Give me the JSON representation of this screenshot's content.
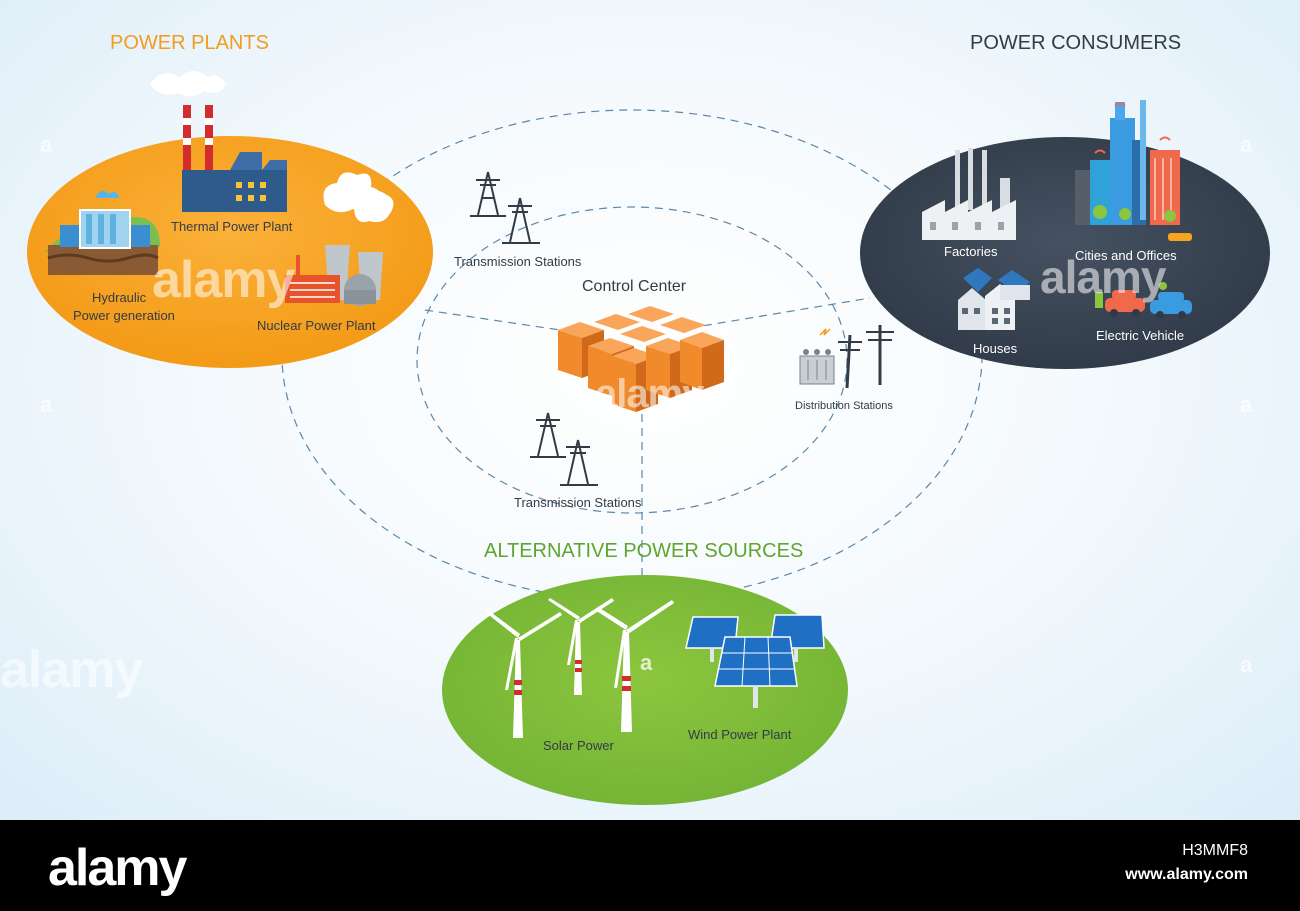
{
  "headings": {
    "power_plants": "POWER PLANTS",
    "power_consumers": "POWER CONSUMERS",
    "alternative": "ALTERNATIVE POWER SOURCES",
    "control_center": "Control Center"
  },
  "plants": {
    "thermal": "Thermal Power Plant",
    "hydraulic_1": "Hydraulic",
    "hydraulic_2": "Power generation",
    "nuclear": "Nuclear Power Plant"
  },
  "consumers": {
    "factories": "Factories",
    "cities": "Cities and Offices",
    "houses": "Houses",
    "ev": "Electric Vehicle"
  },
  "grid": {
    "transmission_top": "Transmission Stations",
    "transmission_bottom": "Transmission Stations",
    "distribution": "Distribution Stations"
  },
  "alternative": {
    "solar": "Solar Power",
    "wind": "Wind Power Plant"
  },
  "watermark": {
    "text": "alamy",
    "letter": "a"
  },
  "footer": {
    "logo": "alamy",
    "image_code": "H3MMF8",
    "url": "www.alamy.com"
  },
  "colors": {
    "plants_orange": "#f7a51e",
    "consumers_navy": "#36414f",
    "alt_green": "#7fbe3c",
    "heading_orange": "#f39c1f",
    "heading_green": "#5fa52e",
    "dash_blue": "#5b87a8"
  }
}
